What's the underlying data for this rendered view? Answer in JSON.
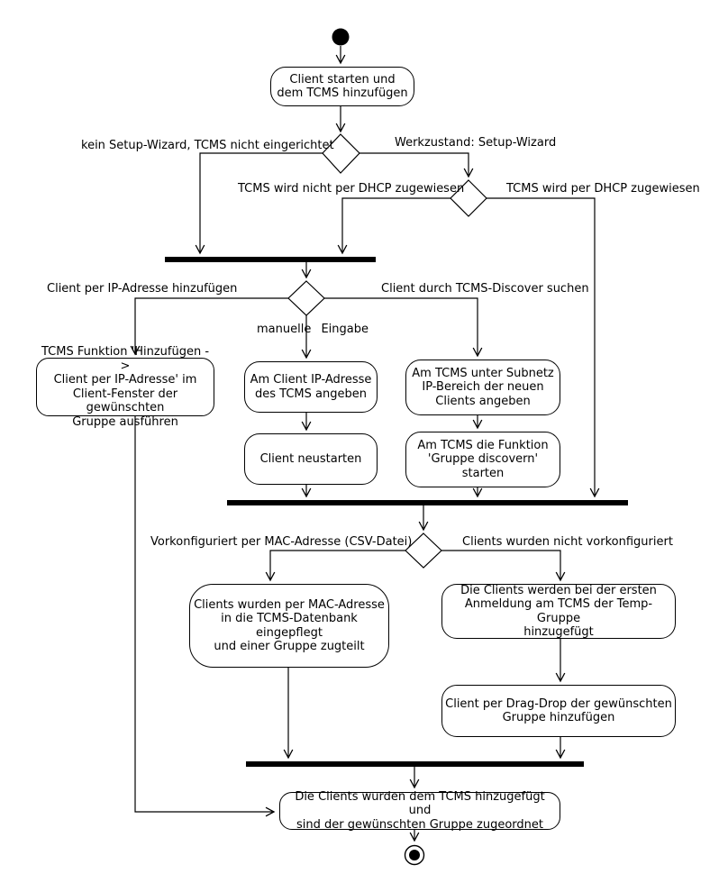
{
  "colors": {
    "line": "#000000",
    "background": "#ffffff",
    "text": "#000000"
  },
  "nodes": {
    "client_starten": {
      "label": "Client starten und\ndem TCMS hinzufügen"
    },
    "tcms_funktion_hinzufuegen": {
      "label": "TCMS Funktion 'Hinzufügen ->\nClient per IP-Adresse' im\nClient-Fenster der gewünschten\nGruppe ausführen"
    },
    "am_client_ip": {
      "label": "Am Client IP-Adresse\ndes TCMS angeben"
    },
    "am_tcms_subnetz": {
      "label": "Am TCMS unter Subnetz\nIP-Bereich der neuen\nClients angeben"
    },
    "client_neustarten": {
      "label": "Client neustarten"
    },
    "gruppe_discovern": {
      "label": "Am TCMS die Funktion\n'Gruppe discovern'\nstarten"
    },
    "mac_eingepflegt": {
      "label": "Clients wurden per MAC-Adresse\nin die TCMS-Datenbank eingepflegt\nund einer Gruppe zugteilt"
    },
    "temp_gruppe": {
      "label": "Die Clients werden bei der ersten\nAnmeldung am TCMS der Temp-Gruppe\nhinzugefügt"
    },
    "drag_drop": {
      "label": "Client per Drag-Drop der gewünschten\nGruppe hinzufügen"
    },
    "abschluss": {
      "label": "Die Clients wurden dem TCMS hinzugefügt und\nsind der gewünschten Gruppe zugeordnet"
    }
  },
  "edge_labels": {
    "kein_setup_wizard": "kein Setup-Wizard, TCMS nicht eingerichtet",
    "werkzustand": "Werkzustand: Setup-Wizard",
    "dhcp_nicht": "TCMS wird nicht per DHCP zugewiesen",
    "dhcp": "TCMS wird per DHCP zugewiesen",
    "per_ip": "Client per IP-Adresse hinzufügen",
    "discover": "Client durch TCMS-Discover suchen",
    "manuelle_eingabe": "manuelle Eingabe",
    "vorkonfiguriert": "Vorkonfiguriert per MAC-Adresse (CSV-Datei)",
    "nicht_vorkonfiguriert": "Clients wurden nicht vorkonfiguriert"
  }
}
